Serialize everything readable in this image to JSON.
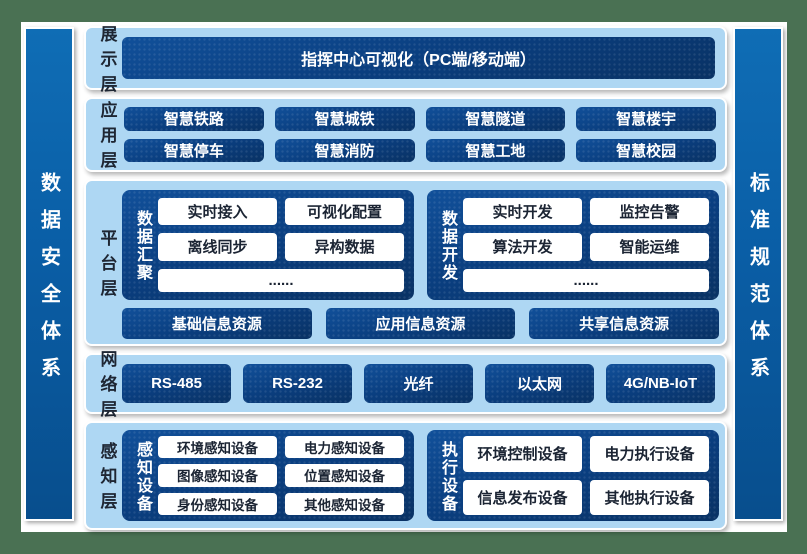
{
  "colors": {
    "background_green": "#4a7153",
    "panel_light_blue": "#aed7f3",
    "node_navy": "#0a3e7f",
    "sidebar_blue": "#0a5ea6",
    "box_white": "#ffffff",
    "label_dark": "#1e2633"
  },
  "sidebar_left": {
    "label": "数据安全体系"
  },
  "sidebar_right": {
    "label": "标准规范体系"
  },
  "layers": {
    "display": {
      "label": "展示层",
      "main_box": "指挥中心可视化（PC端/移动端）"
    },
    "application": {
      "label": "应用层",
      "row1": [
        "智慧铁路",
        "智慧城铁",
        "智慧隧道",
        "智慧楼宇"
      ],
      "row2": [
        "智慧停车",
        "智慧消防",
        "智慧工地",
        "智慧校园"
      ]
    },
    "platform": {
      "label": "平台层",
      "data_aggregation": {
        "label": "数据汇聚",
        "items": [
          "实时接入",
          "可视化配置",
          "离线同步",
          "异构数据"
        ],
        "ellipsis": "......"
      },
      "data_development": {
        "label": "数据开发",
        "items": [
          "实时开发",
          "监控告警",
          "算法开发",
          "智能运维"
        ],
        "ellipsis": "......"
      },
      "resources": [
        "基础信息资源",
        "应用信息资源",
        "共享信息资源"
      ]
    },
    "network": {
      "label": "网络层",
      "items": [
        "RS-485",
        "RS-232",
        "光纤",
        "以太网",
        "4G/NB-IoT"
      ]
    },
    "perception": {
      "label": "感知层",
      "sensing_devices": {
        "label": "感知设备",
        "items": [
          "环境感知设备",
          "电力感知设备",
          "图像感知设备",
          "位置感知设备",
          "身份感知设备",
          "其他感知设备"
        ]
      },
      "actuator_devices": {
        "label": "执行设备",
        "items": [
          "环境控制设备",
          "电力执行设备",
          "信息发布设备",
          "其他执行设备"
        ]
      }
    }
  }
}
